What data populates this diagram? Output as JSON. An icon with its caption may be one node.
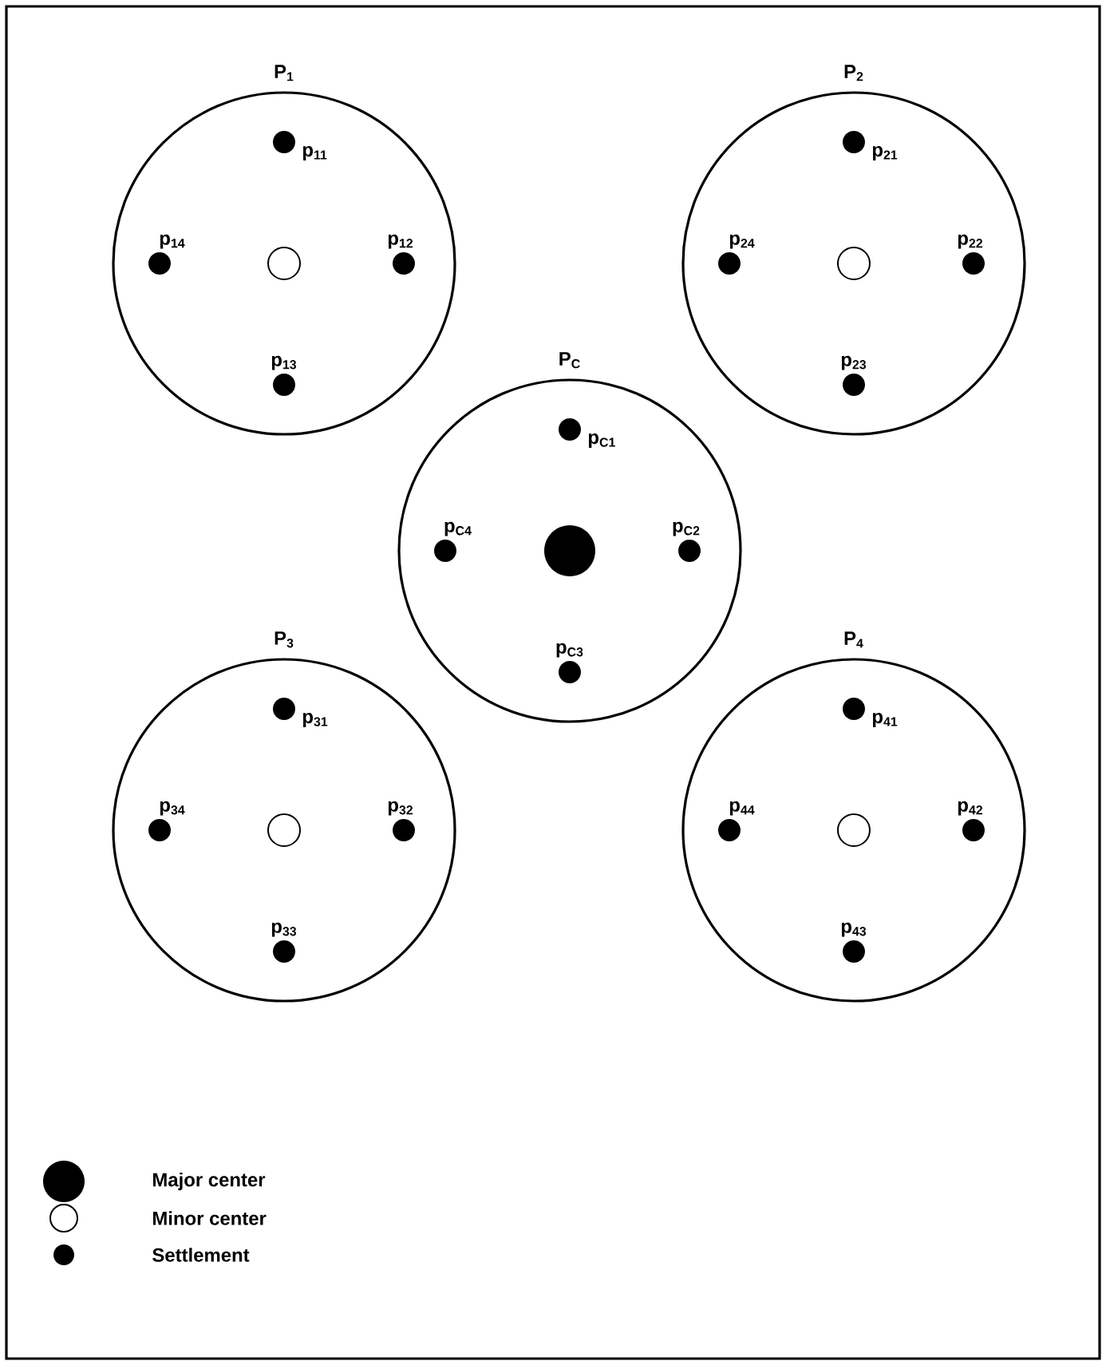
{
  "diagram": {
    "nodes": [
      {
        "text": [
          "P$_{1}$"
        ]
      },
      {
        "text": [],
        "shape": "circle",
        "in": 0
      },
      {
        "text": [],
        "shape": "dot",
        "in": 0,
        "beside": [
          "p$_{11}$"
        ]
      },
      {
        "text": [],
        "shape": "dot",
        "in": 0,
        "beside": [
          "p$_{12}$"
        ]
      },
      {
        "text": [],
        "shape": "dot",
        "in": 0,
        "beside": [
          "p$_{13}$"
        ]
      },
      {
        "text": [],
        "shape": "dot",
        "in": 0,
        "beside": [
          "p$_{14}$"
        ]
      },
      {
        "text": [
          "P$_{2}$"
        ]
      },
      {
        "text": [],
        "shape": "circle",
        "in": 6
      },
      {
        "text": [],
        "shape": "dot",
        "in": 6,
        "beside": [
          "p$_{21}$"
        ]
      },
      {
        "text": [],
        "shape": "dot",
        "in": 6,
        "beside": [
          "p$_{22}$"
        ]
      },
      {
        "text": [],
        "shape": "dot",
        "in": 6,
        "beside": [
          "p$_{23}$"
        ]
      },
      {
        "text": [],
        "shape": "dot",
        "in": 6,
        "beside": [
          "p$_{24}$"
        ]
      },
      {
        "text": [
          "P$_{C}$"
        ]
      },
      {
        "text": [],
        "shape": "dot",
        "in": 12
      },
      {
        "text": [],
        "shape": "dot",
        "in": 12,
        "beside": [
          "p$_{C1}$"
        ]
      },
      {
        "text": [],
        "shape": "dot",
        "in": 12,
        "beside": [
          "p$_{C2}$"
        ]
      },
      {
        "text": [],
        "shape": "dot",
        "in": 12,
        "beside": [
          "p$_{C3}$"
        ]
      },
      {
        "text": [],
        "shape": "dot",
        "in": 12,
        "beside": [
          "p$_{C4}$"
        ]
      },
      {
        "text": [
          "P$_{3}$"
        ]
      },
      {
        "text": [],
        "shape": "circle",
        "in": 18
      },
      {
        "text": [],
        "shape": "dot",
        "in": 18,
        "beside": [
          "p$_{31}$"
        ]
      },
      {
        "text": [],
        "shape": "dot",
        "in": 18,
        "beside": [
          "p$_{32}$"
        ]
      },
      {
        "text": [],
        "shape": "dot",
        "in": 18,
        "beside": [
          "p$_{33}$"
        ]
      },
      {
        "text": [],
        "shape": "dot",
        "in": 18,
        "beside": [
          "p$_{34}$"
        ]
      },
      {
        "text": [
          "P$_{4}$"
        ]
      },
      {
        "text": [],
        "shape": "circle",
        "in": 24
      },
      {
        "text": [],
        "shape": "dot",
        "in": 24,
        "beside": [
          "p$_{41}$"
        ]
      },
      {
        "text": [],
        "shape": "dot",
        "in": 24,
        "beside": [
          "p$_{42}$"
        ]
      },
      {
        "text": [],
        "shape": "dot",
        "in": 24,
        "beside": [
          "p$_{43}$"
        ]
      },
      {
        "text": [],
        "shape": "dot",
        "in": 24,
        "beside": [
          "p$_{44}$"
        ]
      }
    ],
    "legend": [
      {
        "text": "Major center"
      },
      {
        "text": "Minor center"
      },
      {
        "text": "Settlement"
      }
    ]
  }
}
